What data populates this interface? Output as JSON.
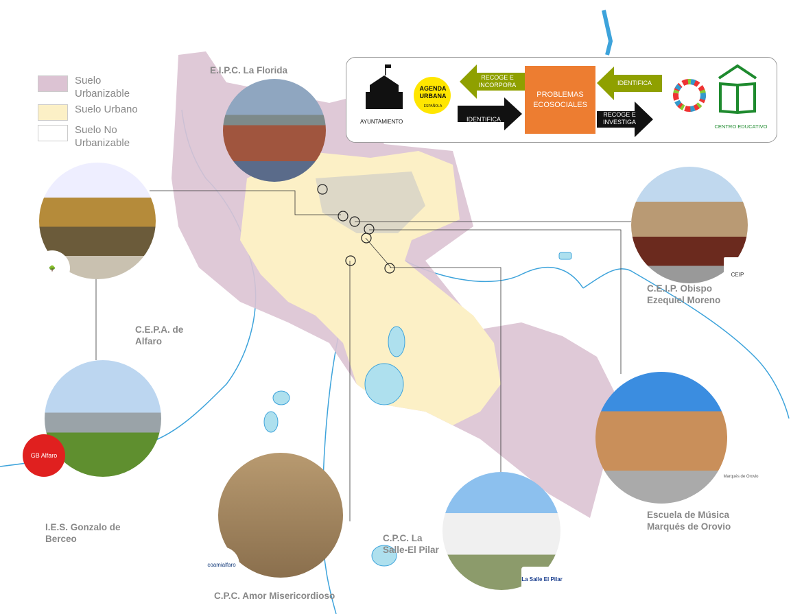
{
  "legend": [
    {
      "label": "Suelo Urbanizable",
      "color": "#dcc3d3"
    },
    {
      "label": "Suelo Urbano",
      "color": "#fcf0c6"
    },
    {
      "label": "Suelo No Urbanizable",
      "color": "#ffffff"
    }
  ],
  "schools": [
    {
      "name": "E.I.P.C. La Florida"
    },
    {
      "name": "C.E.P.A. de Alfaro"
    },
    {
      "name": "I.E.S. Gonzalo de Berceo",
      "logo": "GB Alfaro"
    },
    {
      "name": "C.P.C. Amor Misericordioso",
      "logo": "coamialfaro"
    },
    {
      "name": "C.P.C. La Salle-El Pilar",
      "logo": "La Salle El Pilar"
    },
    {
      "name": "Escuela de Música Marqués de Orovio",
      "logo": "Marqués de Orovio"
    },
    {
      "name": "C.E.I.P. Obispo Ezequiel Moreno",
      "logo": "CEIP"
    }
  ],
  "diagram": {
    "ayuntamiento": "AYUNTAMIENTO",
    "agenda": "AGENDA URBANA",
    "agenda_sub": "ESPAÑOLA",
    "arrow_recoge_incorpora": "RECOGE E INCORPORA",
    "arrow_identifica_left": "IDENTIFICA",
    "center": "PROBLEMAS ECOSOCIALES",
    "arrow_identifica_right": "IDENTIFICA",
    "arrow_recoge_investiga": "RECOGE E INVESTIGA",
    "centro": "CENTRO EDUCATIVO"
  },
  "colors": {
    "river": "#3da3db",
    "urbanizable": "#dcc3d3",
    "urbano": "#fcf0c6",
    "orange": "#ed7d31",
    "olive": "#8fa000",
    "green": "#1e8a2e"
  }
}
